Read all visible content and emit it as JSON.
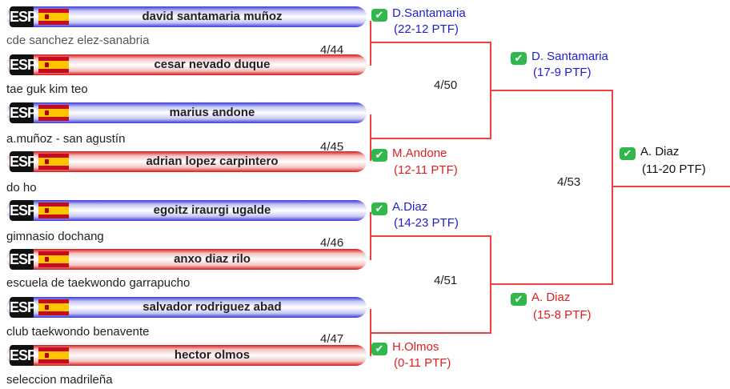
{
  "country_code": "ESP",
  "flag_colors": {
    "red": "#c60b1e",
    "yellow": "#ffc400"
  },
  "bar_colors": {
    "blue": "#3a3ad8",
    "red": "#d81818"
  },
  "line_color": "#f04040",
  "competitors": [
    {
      "name": "david santamaria muñoz",
      "club": "cde sanchez elez-sanabria",
      "corner": "blue"
    },
    {
      "name": "cesar nevado duque",
      "club": "tae guk kim teo",
      "corner": "red"
    },
    {
      "name": "marius andone",
      "club": "a.muñoz - san agustín",
      "corner": "blue"
    },
    {
      "name": "adrian lopez carpintero",
      "club": "do ho",
      "corner": "red"
    },
    {
      "name": "egoitz iraurgi ugalde",
      "club": "gimnasio dochang",
      "corner": "blue"
    },
    {
      "name": "anxo diaz rilo",
      "club": "escuela de taekwondo garrapucho",
      "corner": "red"
    },
    {
      "name": "salvador rodriguez abad",
      "club": "club taekwondo benavente",
      "corner": "blue"
    },
    {
      "name": "hector olmos",
      "club": "seleccion madrileña",
      "corner": "red"
    }
  ],
  "matches": {
    "r1": [
      "4/44",
      "4/45",
      "4/46",
      "4/47"
    ],
    "r2": [
      "4/50",
      "4/51"
    ],
    "final": "4/53"
  },
  "winners": {
    "r1": [
      {
        "name": "D.Santamaria",
        "score": "(22-12 PTF)",
        "corner": "blue"
      },
      {
        "name": "M.Andone",
        "score": "(12-11 PTF)",
        "corner": "red"
      },
      {
        "name": "A.Diaz",
        "score": "(14-23 PTF)",
        "corner": "blue"
      },
      {
        "name": "H.Olmos",
        "score": "(0-11 PTF)",
        "corner": "red"
      }
    ],
    "r2": [
      {
        "name": "D. Santamaria",
        "score": "(17-9 PTF)",
        "corner": "blue"
      },
      {
        "name": "A. Diaz",
        "score": "(15-8 PTF)",
        "corner": "red"
      }
    ],
    "final": {
      "name": "A. Diaz",
      "score": "(11-20 PTF)"
    }
  }
}
